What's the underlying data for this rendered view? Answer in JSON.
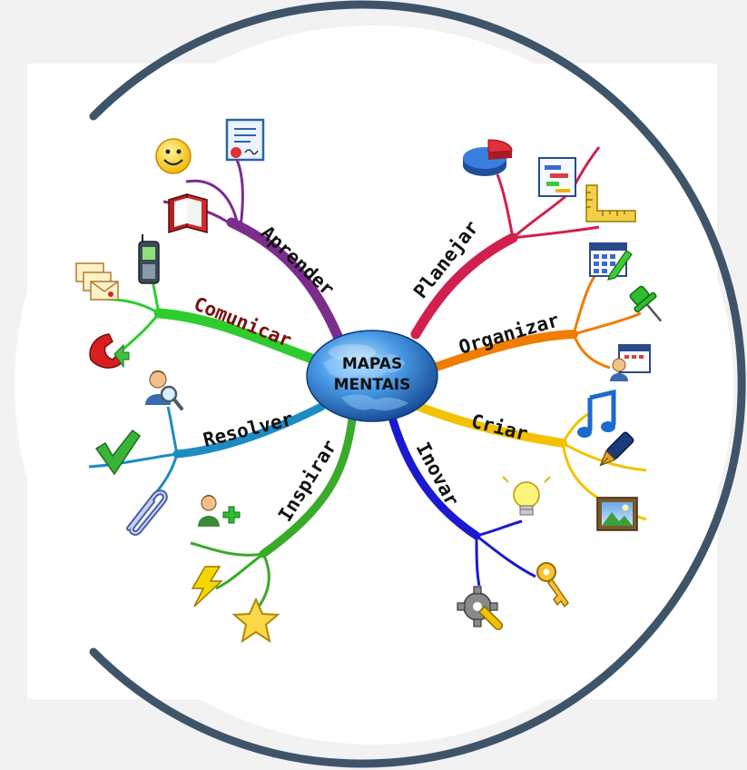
{
  "center": {
    "line1": "MAPAS",
    "line2": "MENTAIS"
  },
  "branches": [
    {
      "id": "aprender",
      "label": "Aprender",
      "color": "#7b2d8e",
      "icons": [
        "smiley-icon",
        "certificate-icon",
        "book-icon"
      ]
    },
    {
      "id": "comunicar",
      "label": "Comunicar",
      "color": "#2ecc2e",
      "label_color": "#7a1010",
      "icons": [
        "mail-icon",
        "mobile-phone-icon",
        "telephone-icon"
      ]
    },
    {
      "id": "resolver",
      "label": "Resolver",
      "color": "#1e8bc3",
      "icons": [
        "user-search-icon",
        "checkmark-icon",
        "paperclip-icon"
      ]
    },
    {
      "id": "inspirar",
      "label": "Inspirar",
      "color": "#3aaa2a",
      "icons": [
        "add-user-icon",
        "lightning-icon",
        "star-icon"
      ]
    },
    {
      "id": "inovar",
      "label": "Inovar",
      "color": "#1a1ad0",
      "icons": [
        "lightbulb-icon",
        "key-icon",
        "gear-wrench-icon"
      ]
    },
    {
      "id": "criar",
      "label": "Criar",
      "color": "#f2c200",
      "icons": [
        "music-note-icon",
        "fountain-pen-icon",
        "picture-icon"
      ]
    },
    {
      "id": "organizar",
      "label": "Organizar",
      "color": "#f07d00",
      "icons": [
        "calendar-edit-icon",
        "pushpin-icon",
        "user-calendar-icon"
      ]
    },
    {
      "id": "planejar",
      "label": "Planejar",
      "color": "#d2204e",
      "icons": [
        "pie-chart-icon",
        "gantt-chart-icon",
        "ruler-icon"
      ]
    }
  ],
  "colors": {
    "frame": "#3e5469",
    "background": "#f2f2f3",
    "globe": "#2f7fd0"
  }
}
